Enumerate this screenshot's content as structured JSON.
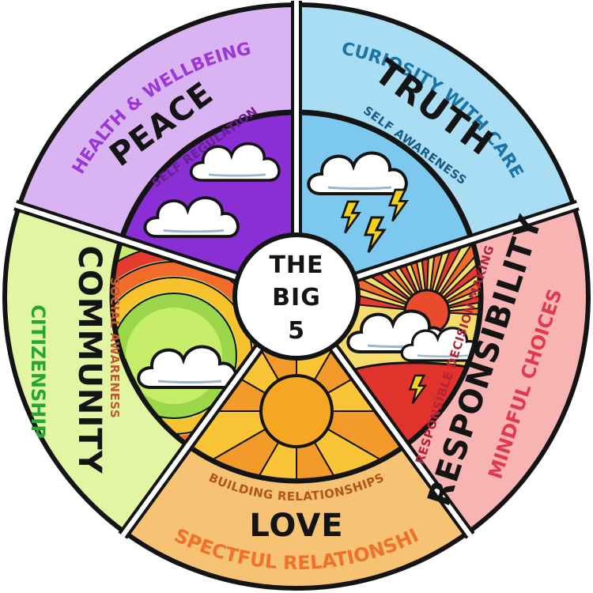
{
  "center": {
    "line1": "THE",
    "line2": "BIG",
    "line3": "5"
  },
  "segments": {
    "peace": {
      "theme": "HEALTH & WELLBEING",
      "title": "PEACE",
      "skill": "SELF REGULATION",
      "bg_color": "#d9b3f2",
      "theme_color": "#9b37d6",
      "skill_color": "#6a1f8f"
    },
    "truth": {
      "theme": "CURIOSITY WITH CARE",
      "title": "TRUTH",
      "skill": "SELF AWARENESS",
      "bg_color": "#a9ddf3",
      "theme_color": "#1a74a8",
      "skill_color": "#1a5a86"
    },
    "responsibility": {
      "theme": "MINDFUL CHOICES",
      "title": "RESPONSIBILITY",
      "skill": "RESPONSIBLE DECISION MAKING",
      "bg_color": "#f8b3b3",
      "theme_color": "#e03a4f",
      "skill_color": "#b3233a"
    },
    "love": {
      "theme": "RESPECTFUL RELATIONSHIPS",
      "title": "LOVE",
      "skill": "BUILDING RELATIONSHIPS",
      "bg_color": "#f6c374",
      "theme_color": "#f0712a",
      "skill_color": "#b35514"
    },
    "community": {
      "theme": "CITIZENSHIP",
      "title": "COMMUNITY",
      "skill": "SOCIAL AWARENESS",
      "bg_color": "#e1f5a3",
      "theme_color": "#2aa33a",
      "skill_color": "#c25a2b"
    }
  },
  "colors": {
    "outline": "#141414",
    "peace_sky": "#8a2fd6",
    "truth_sky": "#7cc8ee",
    "resp_sky": "#f6dc6a",
    "love_sky": "#f9d247",
    "community_sky": "#c6ed6a"
  }
}
